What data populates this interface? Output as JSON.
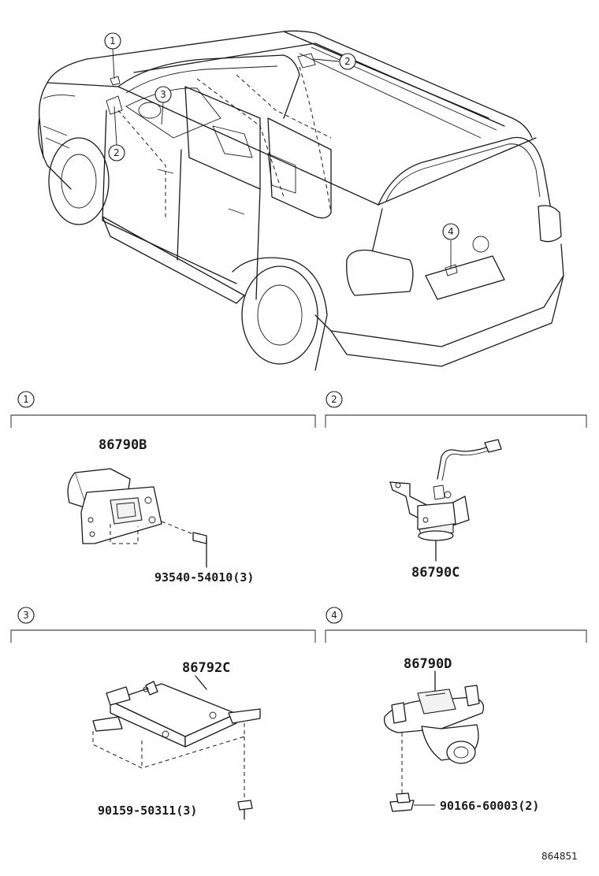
{
  "callouts": {
    "c1": "1",
    "c2": "2",
    "c3": "3",
    "c4": "4"
  },
  "sections": [
    {
      "number": "1",
      "part_number": "86790B",
      "fastener": "93540-54010(3)"
    },
    {
      "number": "2",
      "part_number": "86790C"
    },
    {
      "number": "3",
      "part_number": "86792C",
      "fastener": "90159-50311(3)"
    },
    {
      "number": "4",
      "part_number": "86790D",
      "fastener": "90166-60003(2)"
    }
  ],
  "diagram_ref": "864851"
}
